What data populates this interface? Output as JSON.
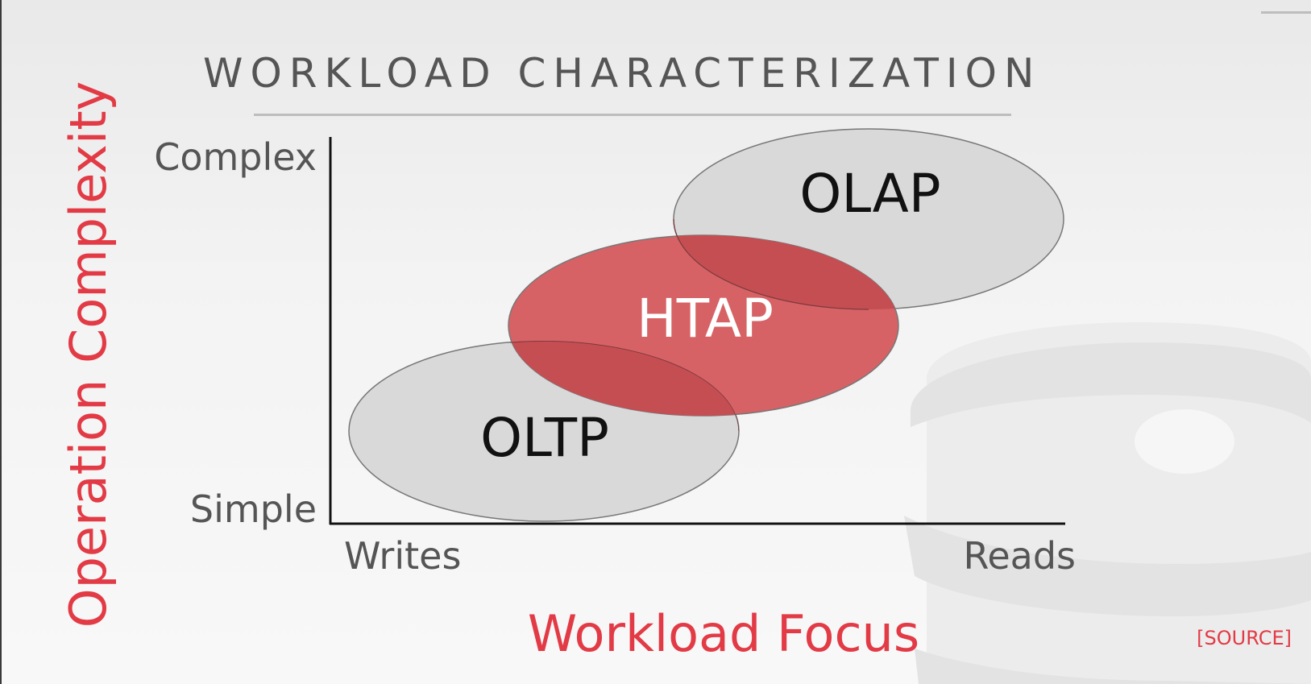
{
  "slide": {
    "title": "WORKLOAD CHARACTERIZATION",
    "source_link": "[SOURCE]"
  },
  "diagram": {
    "y_axis_title": "Operation Complexity",
    "x_axis_title": "Workload Focus",
    "y_ticks": {
      "top": "Complex",
      "bottom": "Simple"
    },
    "x_ticks": {
      "left": "Writes",
      "right": "Reads"
    },
    "regions": {
      "oltp": "OLTP",
      "htap": "HTAP",
      "olap": "OLAP"
    }
  },
  "colors": {
    "accent": "#e23b46",
    "htap_fill": "#d66266",
    "ellipse_gray": "#d9d9d9",
    "overlap_red": "#c54e52",
    "text_gray": "#555555"
  },
  "watermark": {
    "icon": "database-icon"
  }
}
